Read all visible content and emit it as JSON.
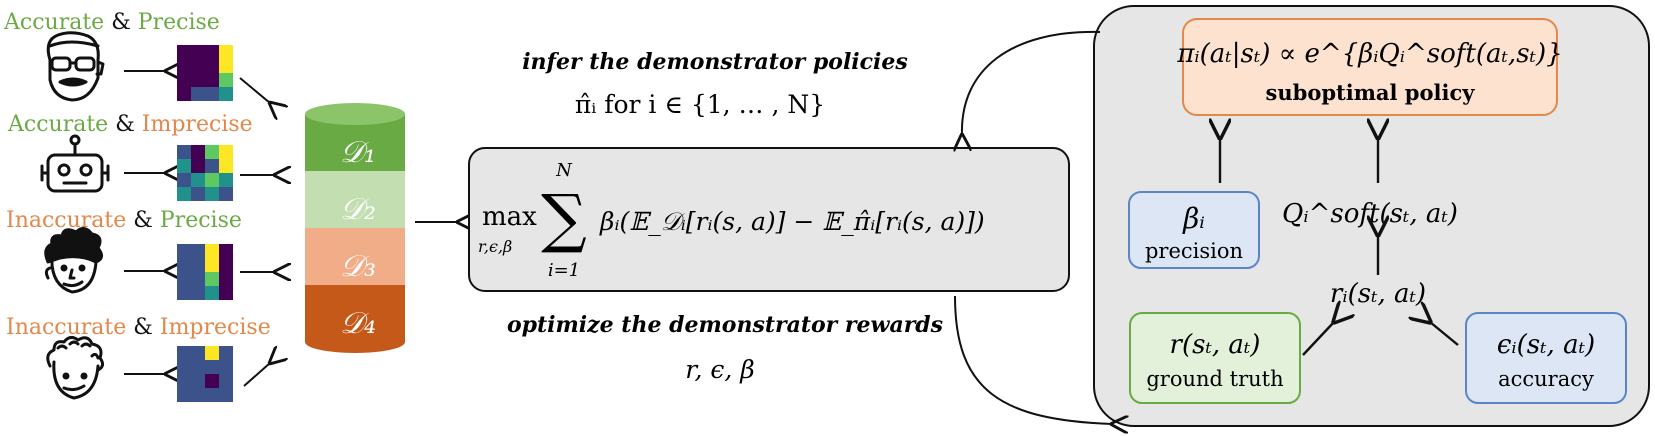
{
  "demonstrators": [
    {
      "accuracy_word": "Accurate",
      "amp": "&",
      "precision_word": "Precise",
      "accuracy_color": "#6aaa45",
      "precision_color": "#6aaa45",
      "icon": "bearded-man-with-glasses-icon"
    },
    {
      "accuracy_word": "Accurate",
      "amp": "&",
      "precision_word": "Imprecise",
      "accuracy_color": "#6aaa45",
      "precision_color": "#e3874a",
      "icon": "robot-icon"
    },
    {
      "accuracy_word": "Inaccurate",
      "amp": "&",
      "precision_word": "Precise",
      "accuracy_color": "#e3874a",
      "precision_color": "#6aaa45",
      "icon": "smiling-person-icon"
    },
    {
      "accuracy_word": "Inaccurate",
      "amp": "&",
      "precision_word": "Imprecise",
      "accuracy_color": "#e3874a",
      "precision_color": "#e3874a",
      "icon": "curly-haired-person-icon"
    }
  ],
  "datasets": [
    {
      "label": "𝒟₁",
      "color": "#6aaa45"
    },
    {
      "label": "𝒟₂",
      "color": "#c3dfb1"
    },
    {
      "label": "𝒟₃",
      "color": "#f0ad88"
    },
    {
      "label": "𝒟₄",
      "color": "#c4591a"
    }
  ],
  "heatmap_palette": [
    "#440154",
    "#3b528b",
    "#21918c",
    "#5ec962",
    "#fde725"
  ],
  "center": {
    "infer_title": "infer the demonstrator policies",
    "infer_sub": "π̂ᵢ for i ∈ {1, … , N}",
    "objective_max": "max",
    "objective_under": "r,ϵ,β",
    "sum_top": "N",
    "sum_bottom": "i=1",
    "objective_body": "βᵢ(𝔼_𝒟ᵢ[rᵢ(s, a)] − 𝔼_π̂ᵢ[rᵢ(s, a)])",
    "optimize_title": "optimize the demonstrator rewards",
    "optimize_sub": "r, ϵ, β"
  },
  "model": {
    "policy_formula": "πᵢ(aₜ|sₜ) ∝ e^{βᵢQᵢ^soft(aₜ,sₜ)}",
    "policy_label": "suboptimal policy",
    "beta_symbol": "βᵢ",
    "beta_label": "precision",
    "q_formula": "Qᵢ^soft(sₜ, aₜ)",
    "ri_formula": "rᵢ(sₜ, aₜ)",
    "r_formula": "r(sₜ, aₜ)",
    "r_label": "ground truth",
    "eps_formula": "ϵᵢ(sₜ, aₜ)",
    "eps_label": "accuracy"
  },
  "colors": {
    "policy_fill": "#fde3cf",
    "policy_stroke": "#e3874a",
    "blue_fill": "#dce6f5",
    "blue_stroke": "#5b86c6",
    "green_fill": "#e3f1da",
    "green_stroke": "#6aaa45",
    "panel_fill": "#e6e6e6",
    "objective_fill": "#e6e6e6"
  }
}
